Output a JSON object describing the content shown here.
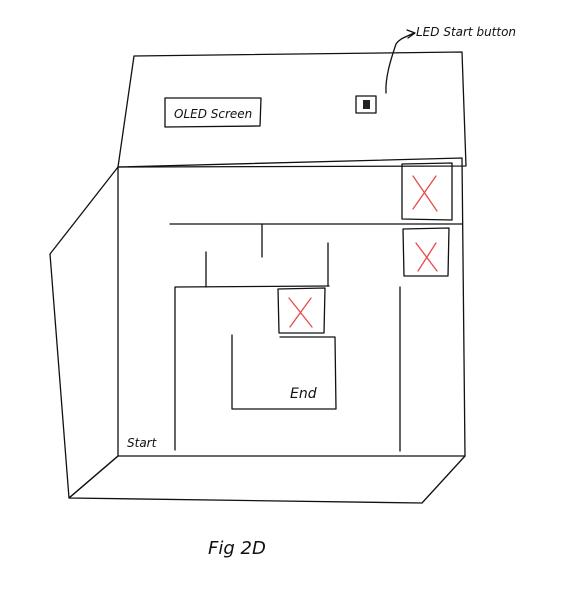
{
  "labels": {
    "led_start_button": "LED Start button",
    "oled_screen": "OLED Screen",
    "start": "Start",
    "end": "End",
    "figure_caption": "Fig 2D"
  },
  "colors": {
    "ink": "#111111",
    "x_mark": "#e84a4a",
    "background": "#ffffff"
  },
  "icons": {
    "obstacle": "x-mark-icon",
    "button": "led-button-icon",
    "arrow": "callout-arrow-icon"
  }
}
